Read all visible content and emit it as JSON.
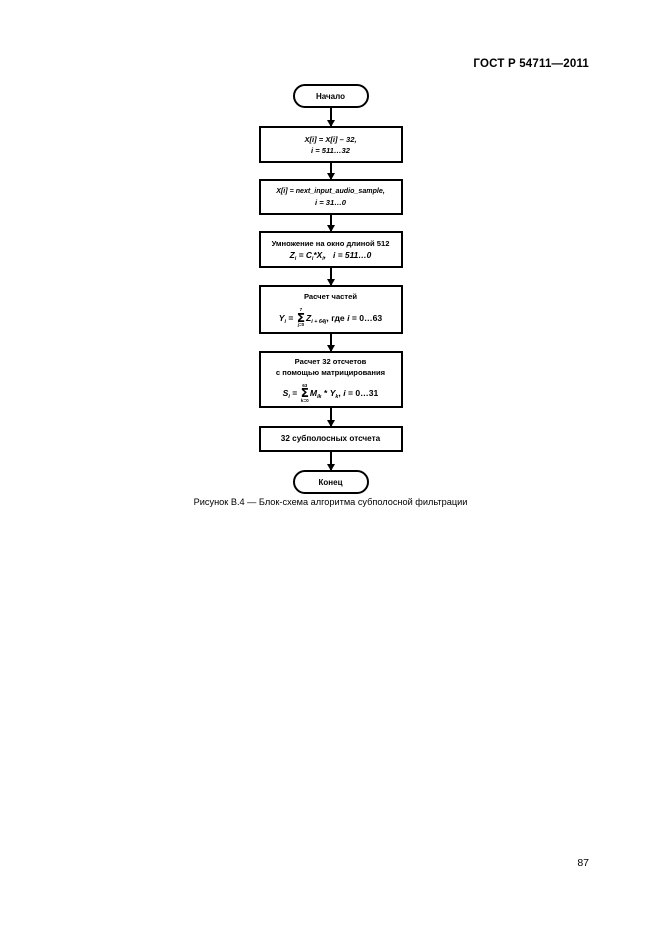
{
  "document": {
    "header": "ГОСТ Р 54711—2011",
    "page_number": "87",
    "figure_caption": "Рисунок В.4 — Блок-схема алгоритма субполосной фильтрации"
  },
  "flowchart": {
    "title": "Блок-схема алгоритма субполосной фильтрации",
    "start_label": "Начало",
    "end_label": "Конец",
    "nodes": [
      {
        "type": "terminator",
        "label": "Начало"
      },
      {
        "type": "process",
        "line1": "X[i] = X[i] – 32,",
        "line2": "i = 511…32"
      },
      {
        "type": "process",
        "line1": "X[i] = next_input_audio_sample,",
        "line2": "i = 31…0"
      },
      {
        "type": "process",
        "line1": "Умножение на окно длиной 512",
        "line2": "Zi = Ci*Xi,   i = 511…0"
      },
      {
        "type": "process",
        "line1": "Расчет частей",
        "line2": "Yi = Σ(j=0..7) Zi+64j, где i = 0…63",
        "formula": {
          "lhs": "Y",
          "lhs_sub": "i",
          "eq": "=",
          "sum_upper": "7",
          "sum_lower": "j=0",
          "term": "Z",
          "term_sub": "i + 64j",
          "tail": ", где i = 0…63"
        }
      },
      {
        "type": "process",
        "line1": "Расчет 32 отсчетов",
        "line2": "с помощью матрицирования",
        "line3": "Si = Σ(k=0..63) Mik*Yk, i = 0…31",
        "formula": {
          "lhs": "S",
          "lhs_sub": "i",
          "eq": "=",
          "sum_upper": "63",
          "sum_lower": "k=0",
          "term": "M",
          "term_sub": "ik",
          "mul": "*",
          "term2": "Y",
          "term2_sub": "k",
          "tail": ", i = 0…31"
        }
      },
      {
        "type": "process",
        "line1": "32 субполосных отсчета"
      },
      {
        "type": "terminator",
        "label": "Конец"
      }
    ]
  },
  "colors": {
    "ink": "#000000",
    "paper": "#ffffff"
  }
}
